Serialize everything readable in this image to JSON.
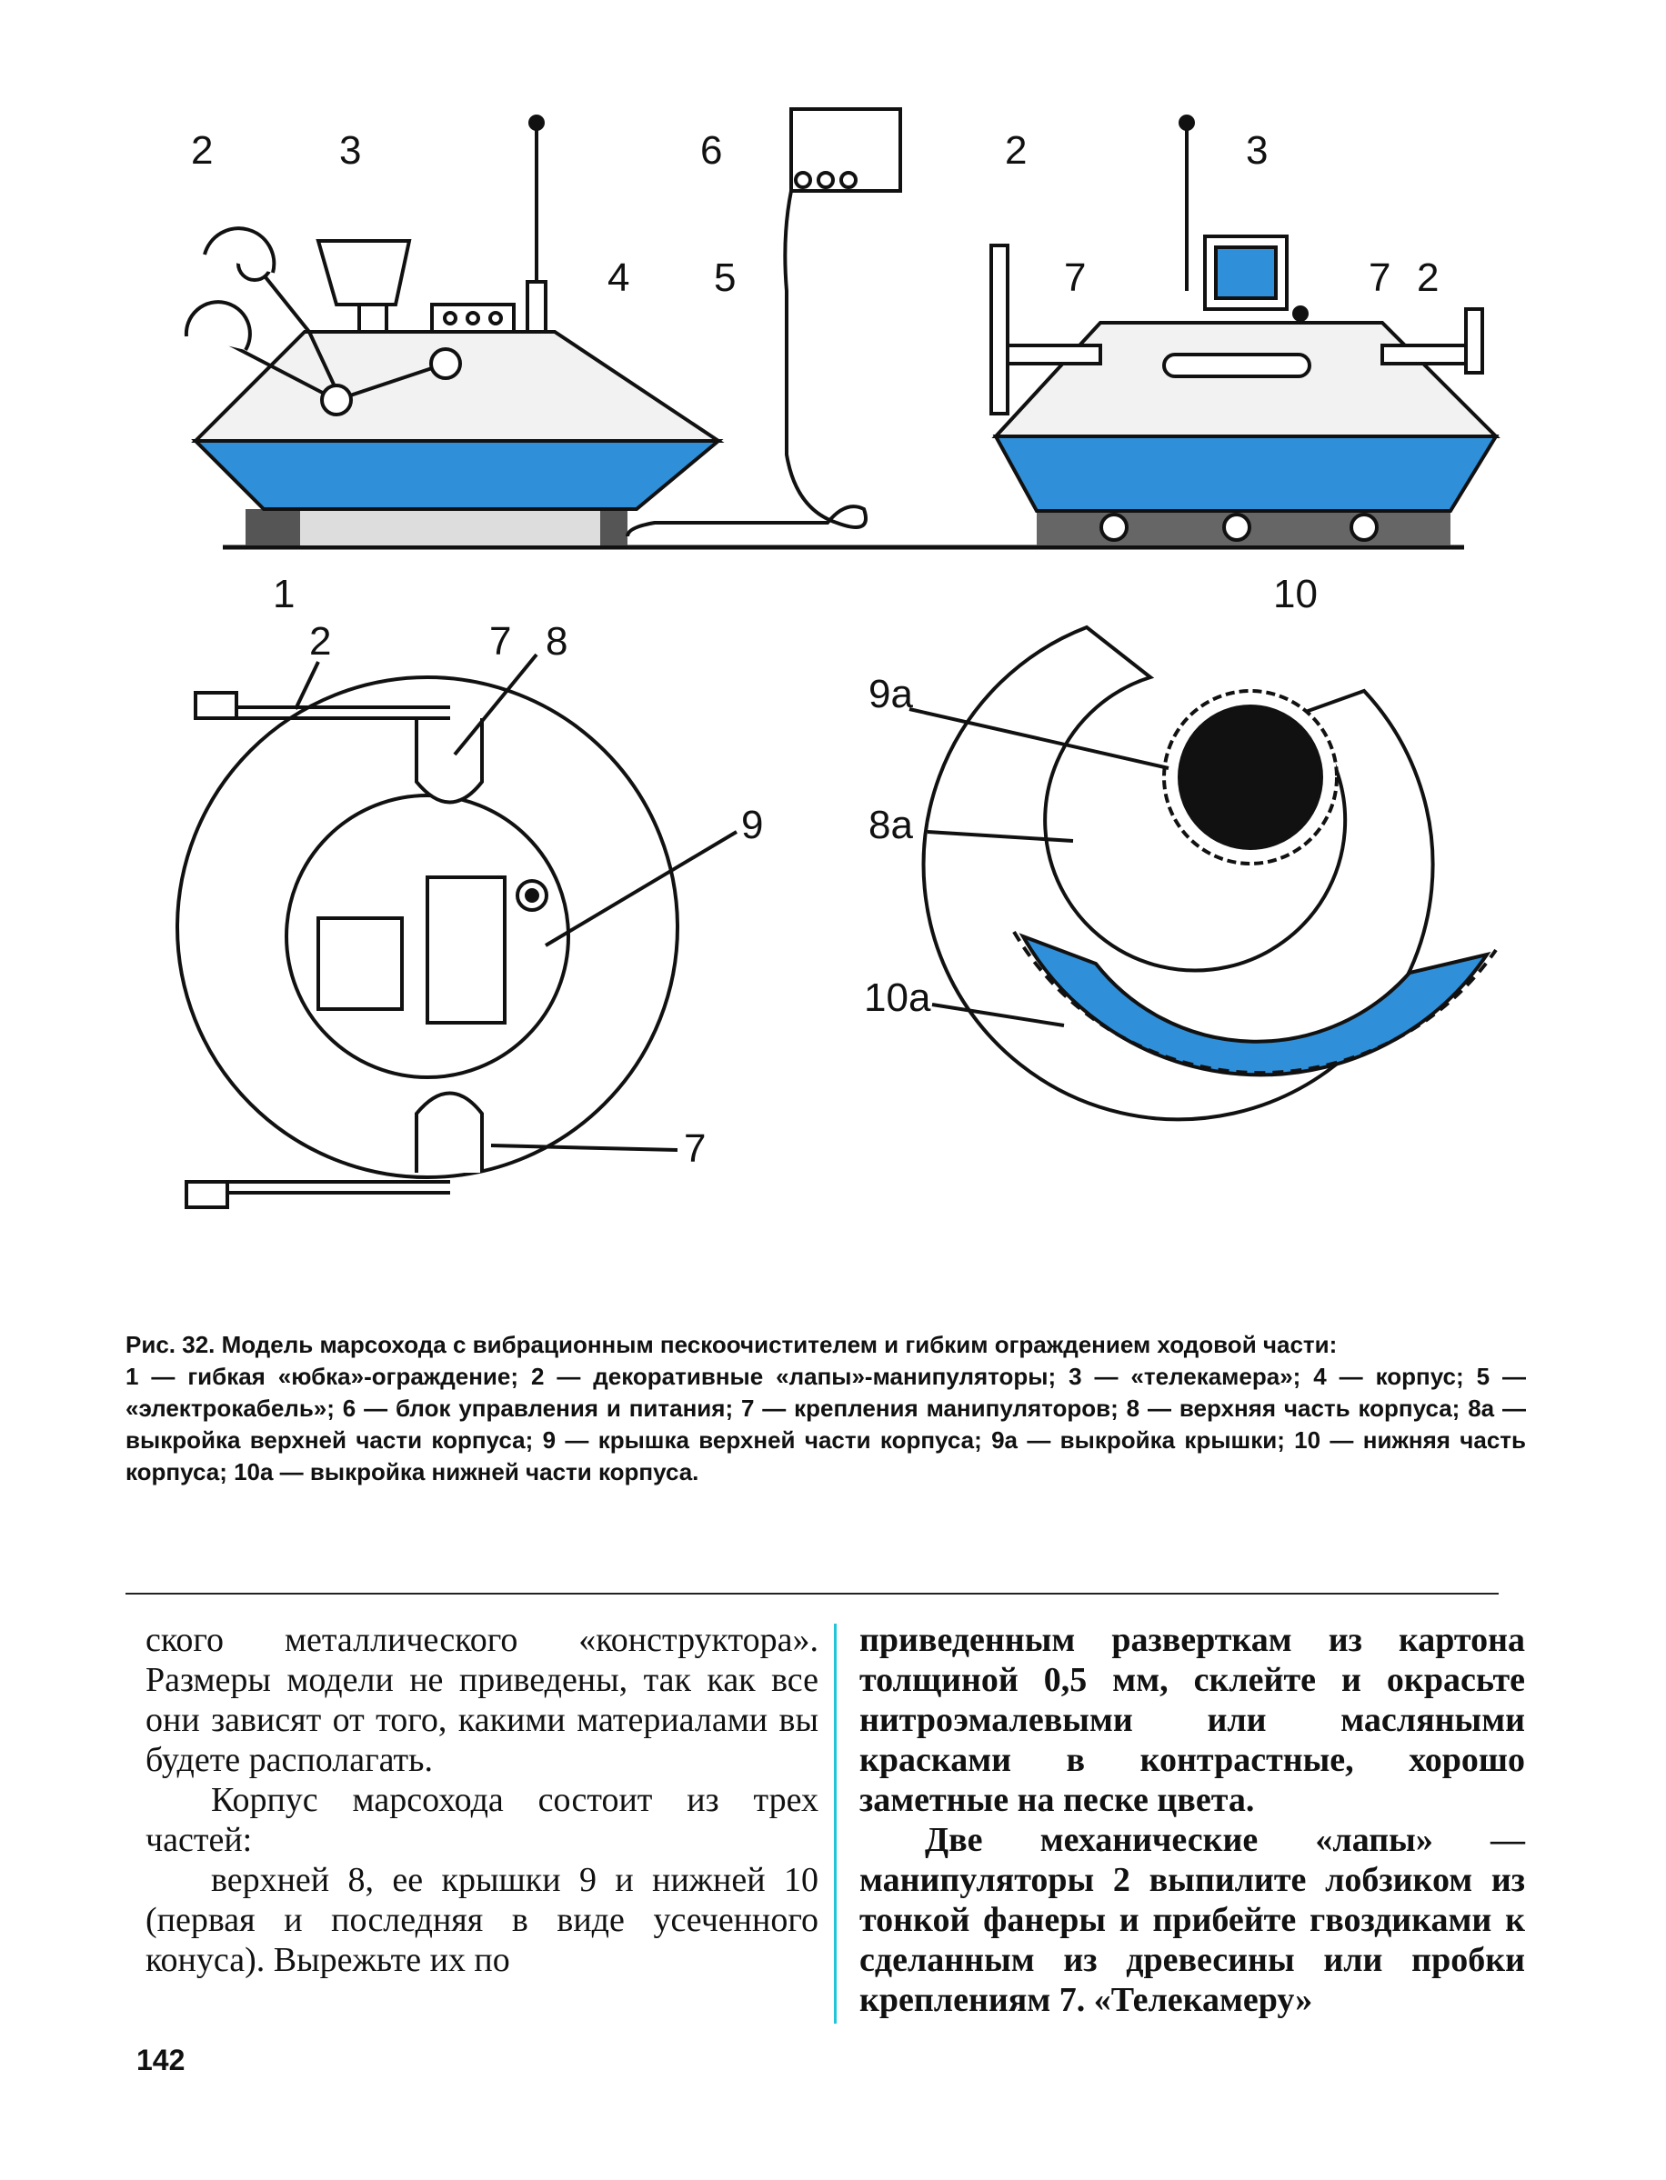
{
  "figure": {
    "labels": {
      "n1": "1",
      "n2a": "2",
      "n3a": "3",
      "n4": "4",
      "n5": "5",
      "n6": "6",
      "n2b": "2",
      "n3b": "3",
      "n7a": "7",
      "n7b": "7",
      "n2c": "2",
      "n10": "10",
      "n2d": "2",
      "n7c": "7",
      "n8": "8",
      "n9": "9",
      "n7d": "7",
      "n9a": "9a",
      "n8a": "8a",
      "n10a": "10a"
    },
    "colors": {
      "accent": "#2f8fd8",
      "ink": "#111111"
    }
  },
  "caption": {
    "title": "Рис. 32. Модель марсохода с вибрационным пескоочистителем и гибким ограждением ходовой части:",
    "legend": "1 — гибкая «юбка»-ограждение; 2 — декоративные «лапы»-манипуляторы; 3 — «телекамера»; 4 — корпус; 5 — «электрокабель»; 6 — блок управления и питания; 7 — крепления манипуляторов; 8 — верхняя часть корпуса; 8а — выкройка верхней части корпуса; 9 — крышка верхней части корпуса; 9а — выкройка крышки; 10 — нижняя часть корпуса; 10а — выкройка нижней части корпуса."
  },
  "text": {
    "left_p1": "ского металлического «конструктора». Размеры модели не приведены, так как все они зависят от того, какими материалами вы будете располагать.",
    "left_p2": "Корпус марсохода состоит из трех частей:",
    "left_p3": "верхней 8, ее крышки 9 и нижней 10 (первая и последняя в виде усеченного конуса). Вырежьте их по",
    "right_p1": "приведенным разверткам из картона толщиной 0,5 мм, склейте и окрасьте нитроэмалевыми или масляными красками в контрастные, хорошо заметные на песке цвета.",
    "right_p2": "Две механические «лапы» — манипуляторы 2 выпилите лобзиком из тонкой фанеры и прибейте гвоздиками к сделанным из древесины или пробки креплениям 7. «Телекамеру»"
  },
  "page_number": "142"
}
